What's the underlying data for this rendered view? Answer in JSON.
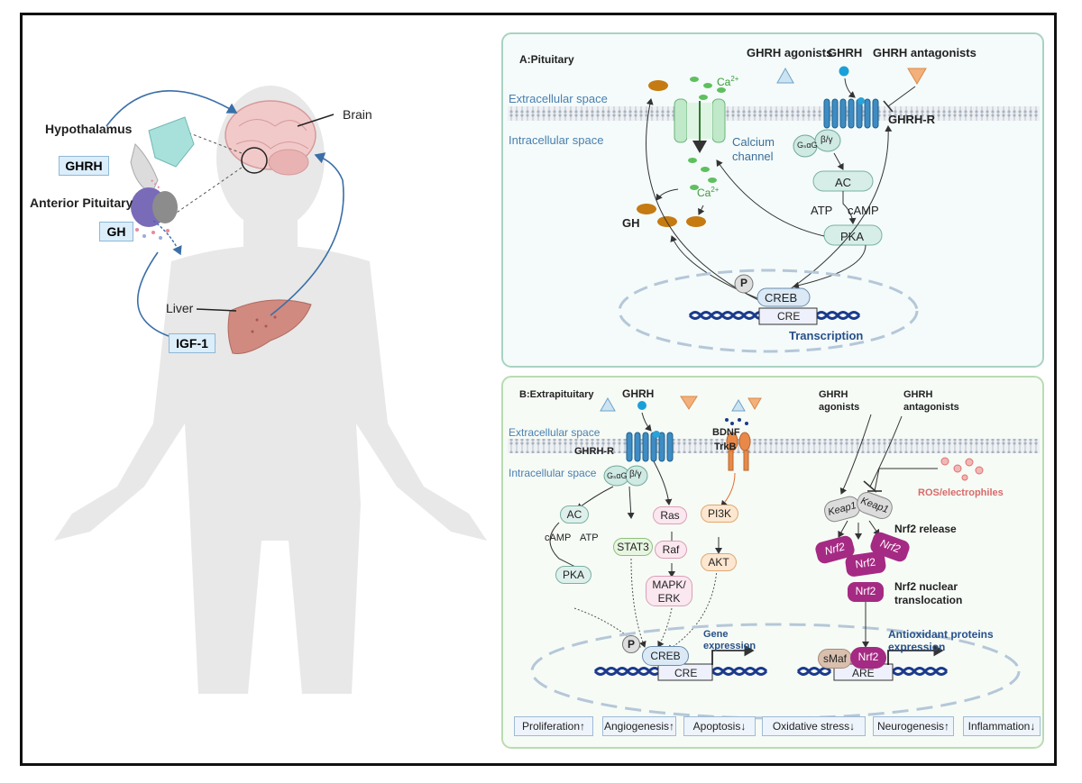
{
  "left": {
    "hypothalamus": "Hypothalamus",
    "ghrh": "GHRH",
    "anterior_pituitary": "Anterior Pituitary",
    "gh": "GH",
    "brain": "Brain",
    "liver": "Liver",
    "igf1": "IGF-1"
  },
  "panelA": {
    "title": "A:Pituitary",
    "ghrh_agonists": "GHRH agonists",
    "ghrh": "GHRH",
    "ghrh_antagonists": "GHRH antagonists",
    "extracellular": "Extracellular space",
    "intracellular": "Intracellular space",
    "ghrh_r": "GHRH-R",
    "ca_top": "Ca",
    "ca_bottom": "Ca",
    "ca_sup": "2+",
    "calcium_channel_1": "Calcium",
    "calcium_channel_2": "channel",
    "gsa": "GₛαG",
    "beta_gamma": "β/γ",
    "ac": "AC",
    "atp": "ATP",
    "camp": "cAMP",
    "pka": "PKA",
    "gh": "GH",
    "p": "P",
    "creb": "CREB",
    "cre": "CRE",
    "transcription": "Transcription"
  },
  "panelB": {
    "title": "B:Extrapituitary",
    "ghrh": "GHRH",
    "ghrh_agonists_1": "GHRH",
    "ghrh_agonists_2": "agonists",
    "ghrh_antagonists_1": "GHRH",
    "ghrh_antagonists_2": "antagonists",
    "extracellular": "Extracellular space",
    "intracellular": "Intracellular space",
    "ghrh_r": "GHRH-R",
    "bdnf": "BDNF",
    "trkb": "TrkB",
    "gsa": "GₛαG",
    "beta_gamma": "β/γ",
    "ac": "AC",
    "camp": "cAMP",
    "atp": "ATP",
    "pka": "PKA",
    "stat3": "STAT3",
    "ras": "Ras",
    "raf": "Raf",
    "mapk_1": "MAPK/",
    "mapk_2": "ERK",
    "pi3k": "PI3K",
    "akt": "AKT",
    "p": "P",
    "creb": "CREB",
    "cre": "CRE",
    "gene_1": "Gene",
    "gene_2": "expression",
    "ros": "ROS/electrophiles",
    "keap1": "Keap1",
    "nrf2_release": "Nrf2 release",
    "nrf2": "Nrf2",
    "nrf2_nuclear_1": "Nrf2 nuclear",
    "nrf2_nuclear_2": "translocation",
    "antiox_1": "Antioxidant proteins",
    "antiox_2": "expression",
    "smaf": "sMaf",
    "are": "ARE"
  },
  "outcomes": [
    {
      "label": "Proliferation",
      "arrow": "↑"
    },
    {
      "label": "Angiogenesis",
      "arrow": "↑"
    },
    {
      "label": "Apoptosis",
      "arrow": "↓"
    },
    {
      "label": "Oxidative stress",
      "arrow": "↓"
    },
    {
      "label": "Neurogenesis",
      "arrow": "↑"
    },
    {
      "label": "Inflammation",
      "arrow": "↓"
    }
  ],
  "colors": {
    "panel_border": "#a9d3c2",
    "panel_bg": "#f4fbfa",
    "receptor": "#2f7fb5",
    "nrf2": "#a52a83",
    "dna": "#1b3a8c",
    "gh_particle": "#c57a12",
    "calcium": "#5fbf5f",
    "ros": "#e07070"
  }
}
